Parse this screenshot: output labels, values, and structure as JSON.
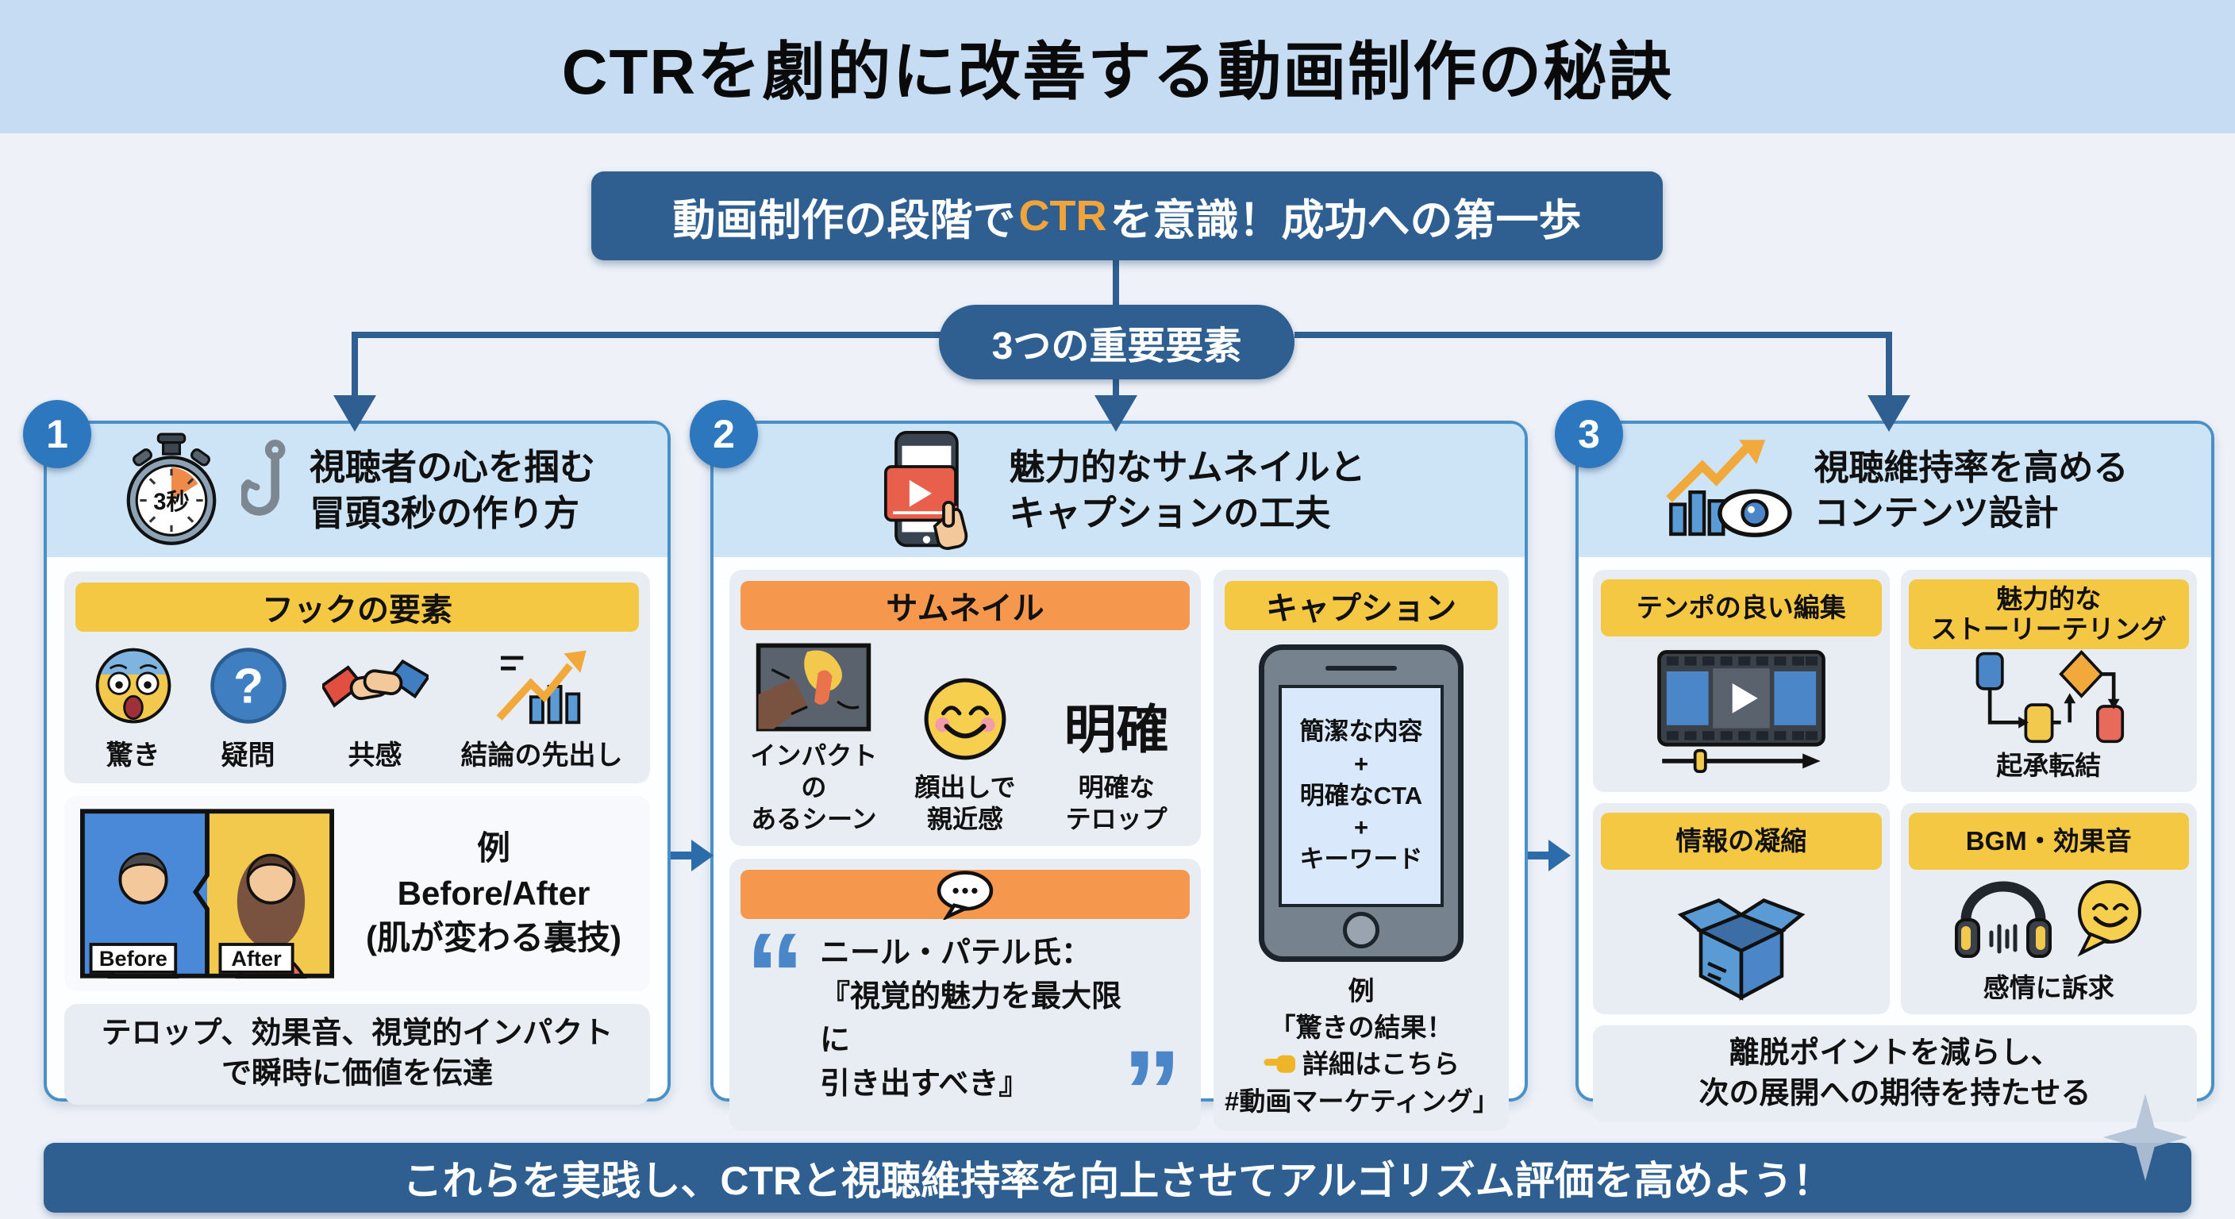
{
  "title": "CTRを劇的に改善する動画制作の秘訣",
  "banner": {
    "pre": "動画制作の段階で",
    "highlight": "CTR",
    "post": "を意識！成功への第一歩"
  },
  "pill": "3つの重要要素",
  "col1": {
    "number": "1",
    "title1": "視聴者の心を掴む",
    "title2": "冒頭3秒の作り方",
    "stopwatch_label": "3秒",
    "hook_header": "フックの要素",
    "hook_items": [
      {
        "label": "驚き"
      },
      {
        "label": "疑問",
        "glyph": "?"
      },
      {
        "label": "共感"
      },
      {
        "label": "結論の先出し"
      }
    ],
    "example": {
      "line1": "例",
      "line2": "Before/After",
      "line3": "(肌が変わる裏技)",
      "before": "Before",
      "after": "After"
    },
    "note1": "テロップ、効果音、視覚的インパクト",
    "note2": "で瞬時に価値を伝達"
  },
  "col2": {
    "number": "2",
    "title1": "魅力的なサムネイルと",
    "title2": "キャプションの工夫",
    "thumb_header": "サムネイル",
    "thumb_items": [
      {
        "cap1": "インパクトの",
        "cap2": "あるシーン"
      },
      {
        "cap1": "顔出しで",
        "cap2": "親近感"
      },
      {
        "big": "明確",
        "cap1": "明確な",
        "cap2": "テロップ"
      }
    ],
    "quote": {
      "open": "“",
      "close": "”",
      "line1": "ニール・パテル氏：",
      "line2": "『視覚的魅力を最大限に",
      "line3": "引き出すべき』"
    },
    "caption_header": "キャプション",
    "phone_lines": [
      "簡潔な内容",
      "+",
      "明確なCTA",
      "+",
      "キーワード"
    ],
    "example": {
      "line1": "例",
      "line2": "「驚きの結果！",
      "line3": "詳細はこちら",
      "line4": "#動画マーケティング」"
    }
  },
  "col3": {
    "number": "3",
    "title1": "視聴維持率を高める",
    "title2": "コンテンツ設計",
    "cells": [
      {
        "header1": "テンポの良い編集"
      },
      {
        "header1": "魅力的な",
        "header2": "ストーリーテリング",
        "caption": "起承転結"
      },
      {
        "header1": "情報の凝縮"
      },
      {
        "header1": "BGM・効果音",
        "caption": "感情に訴求"
      }
    ],
    "note1": "離脱ポイントを減らし、",
    "note2": "次の展開への期待を持たせる"
  },
  "footer": "これらを実践し、CTRと視聴維持率を向上させてアルゴリズム評価を高めよう！",
  "colors": {
    "dark_blue": "#2e5f90",
    "badge_blue": "#2d77be",
    "border_blue": "#4a90c8",
    "header_light_blue": "#cde4f6",
    "panel_gray": "#e8edf3",
    "yellow": "#f5c843",
    "orange": "#f5984e",
    "ctr_highlight": "#f2a43c",
    "quote_blue": "#4a86c8"
  }
}
